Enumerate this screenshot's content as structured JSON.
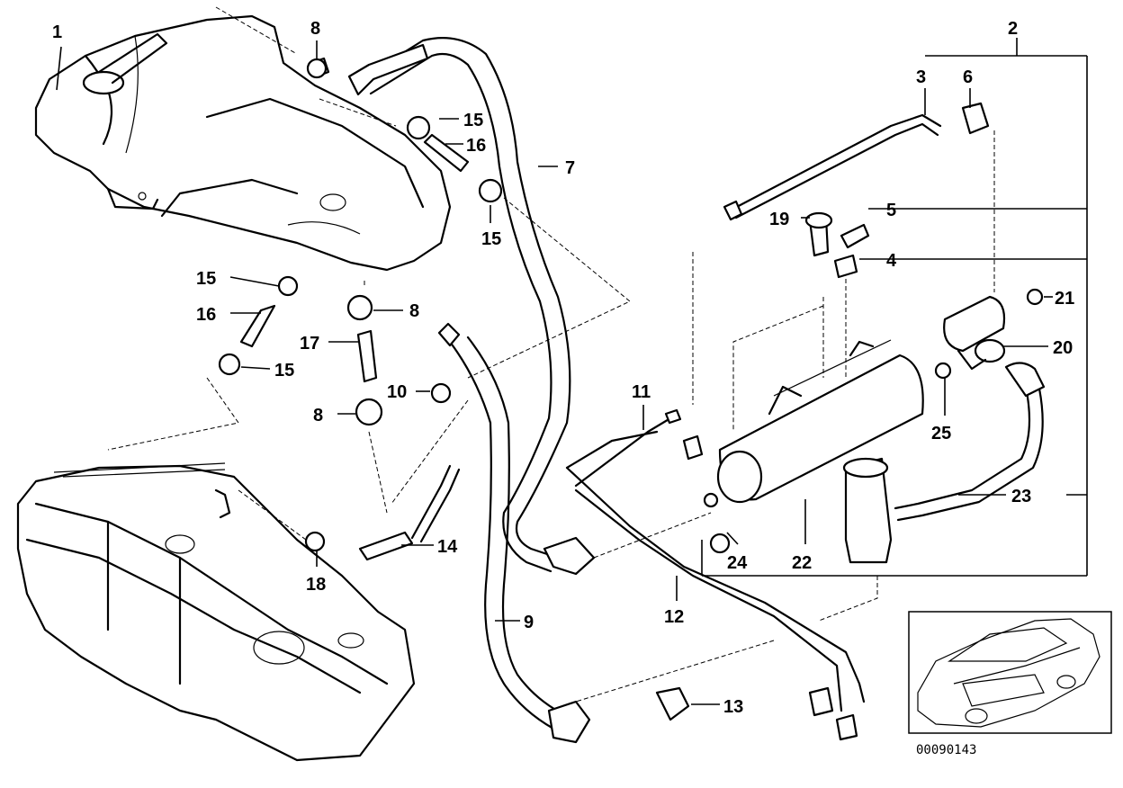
{
  "diagram": {
    "figure_code": "00090143",
    "callouts": {
      "c1": "1",
      "c2": "2",
      "c3": "3",
      "c4": "4",
      "c5": "5",
      "c6": "6",
      "c7": "7",
      "c8a": "8",
      "c8b": "8",
      "c8c": "8",
      "c9": "9",
      "c10": "10",
      "c11": "11",
      "c12": "12",
      "c13": "13",
      "c14": "14",
      "c15a": "15",
      "c15b": "15",
      "c15c": "15",
      "c15d": "15",
      "c16a": "16",
      "c16b": "16",
      "c17": "17",
      "c18": "18",
      "c19": "19",
      "c20": "20",
      "c21": "21",
      "c22": "22",
      "c23": "23",
      "c24": "24",
      "c25": "25"
    }
  }
}
